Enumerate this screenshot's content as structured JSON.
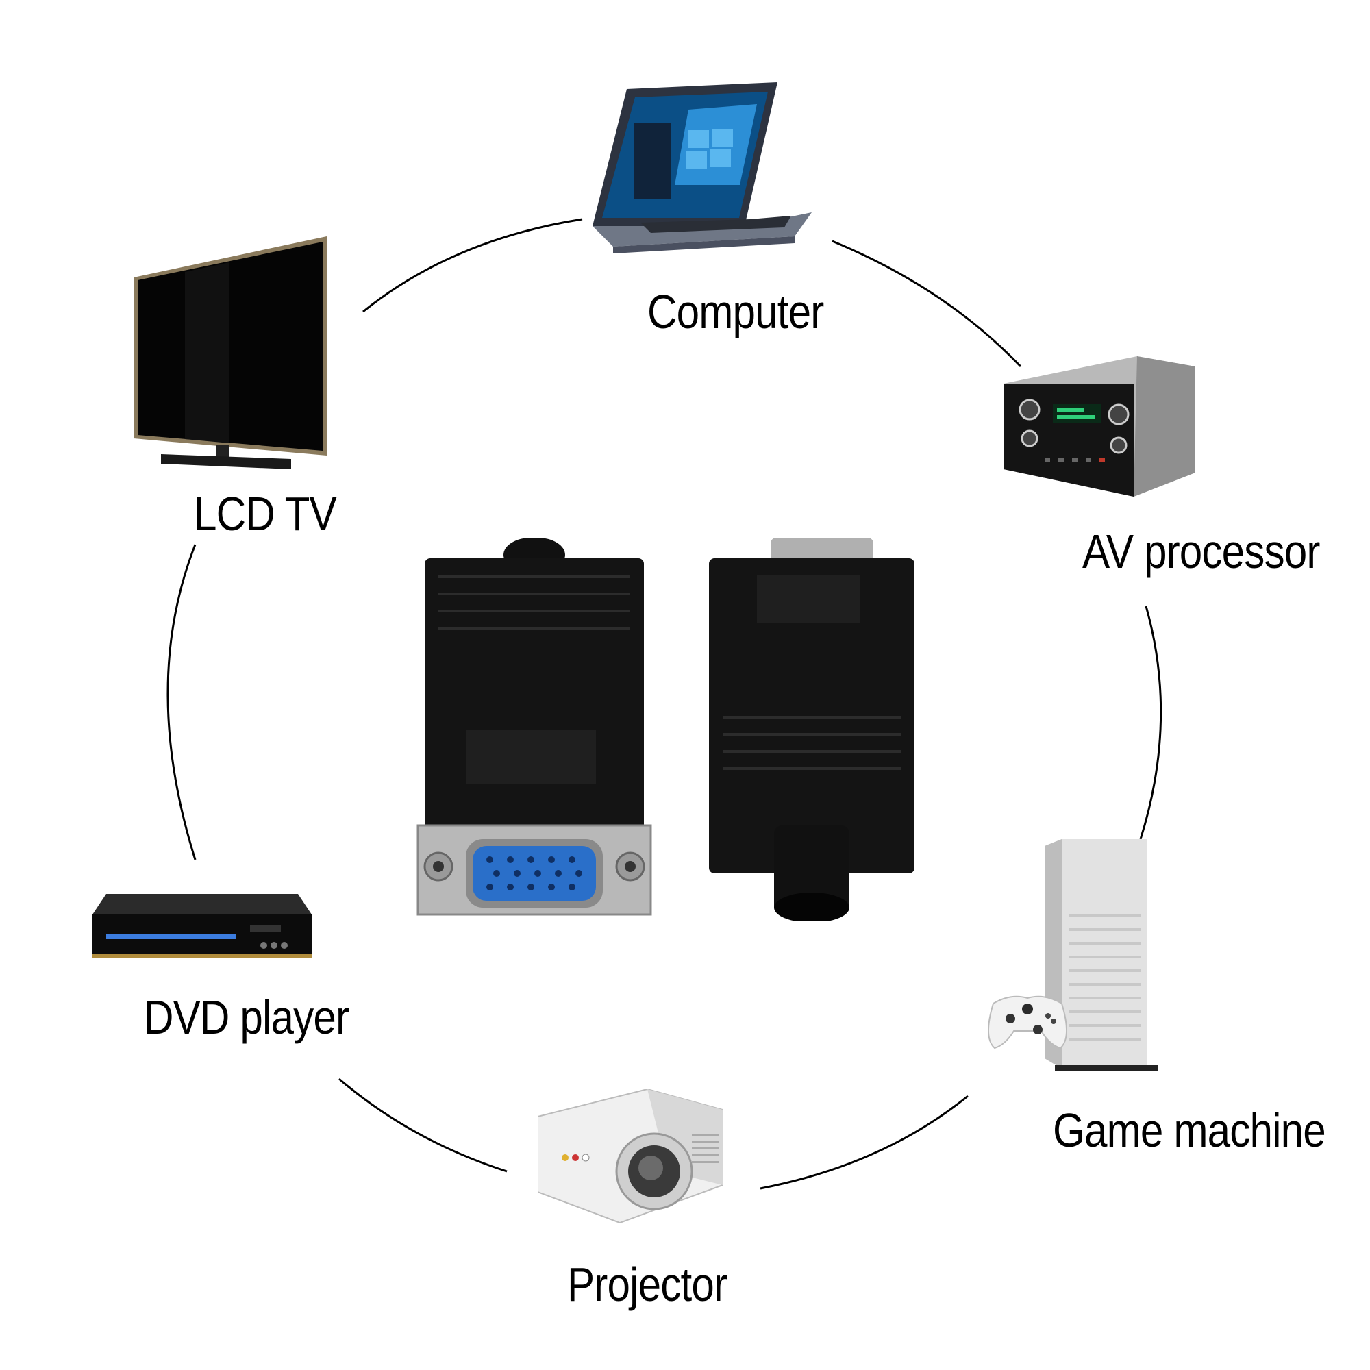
{
  "devices": {
    "computer": {
      "label": "Computer",
      "icon": "laptop-icon"
    },
    "lcd_tv": {
      "label": "LCD TV",
      "icon": "tv-icon"
    },
    "av_processor": {
      "label": "AV processor",
      "icon": "av-receiver-icon"
    },
    "dvd_player": {
      "label": "DVD player",
      "icon": "dvd-player-icon"
    },
    "game_machine": {
      "label": "Game machine",
      "icon": "game-console-icon"
    },
    "projector": {
      "label": "Projector",
      "icon": "projector-icon"
    }
  },
  "center_product": {
    "icon": "vga-adapter-icon",
    "connector_color": "#2a6fc9"
  },
  "colors": {
    "ring": "#000000",
    "text": "#000000",
    "background": "#ffffff"
  }
}
